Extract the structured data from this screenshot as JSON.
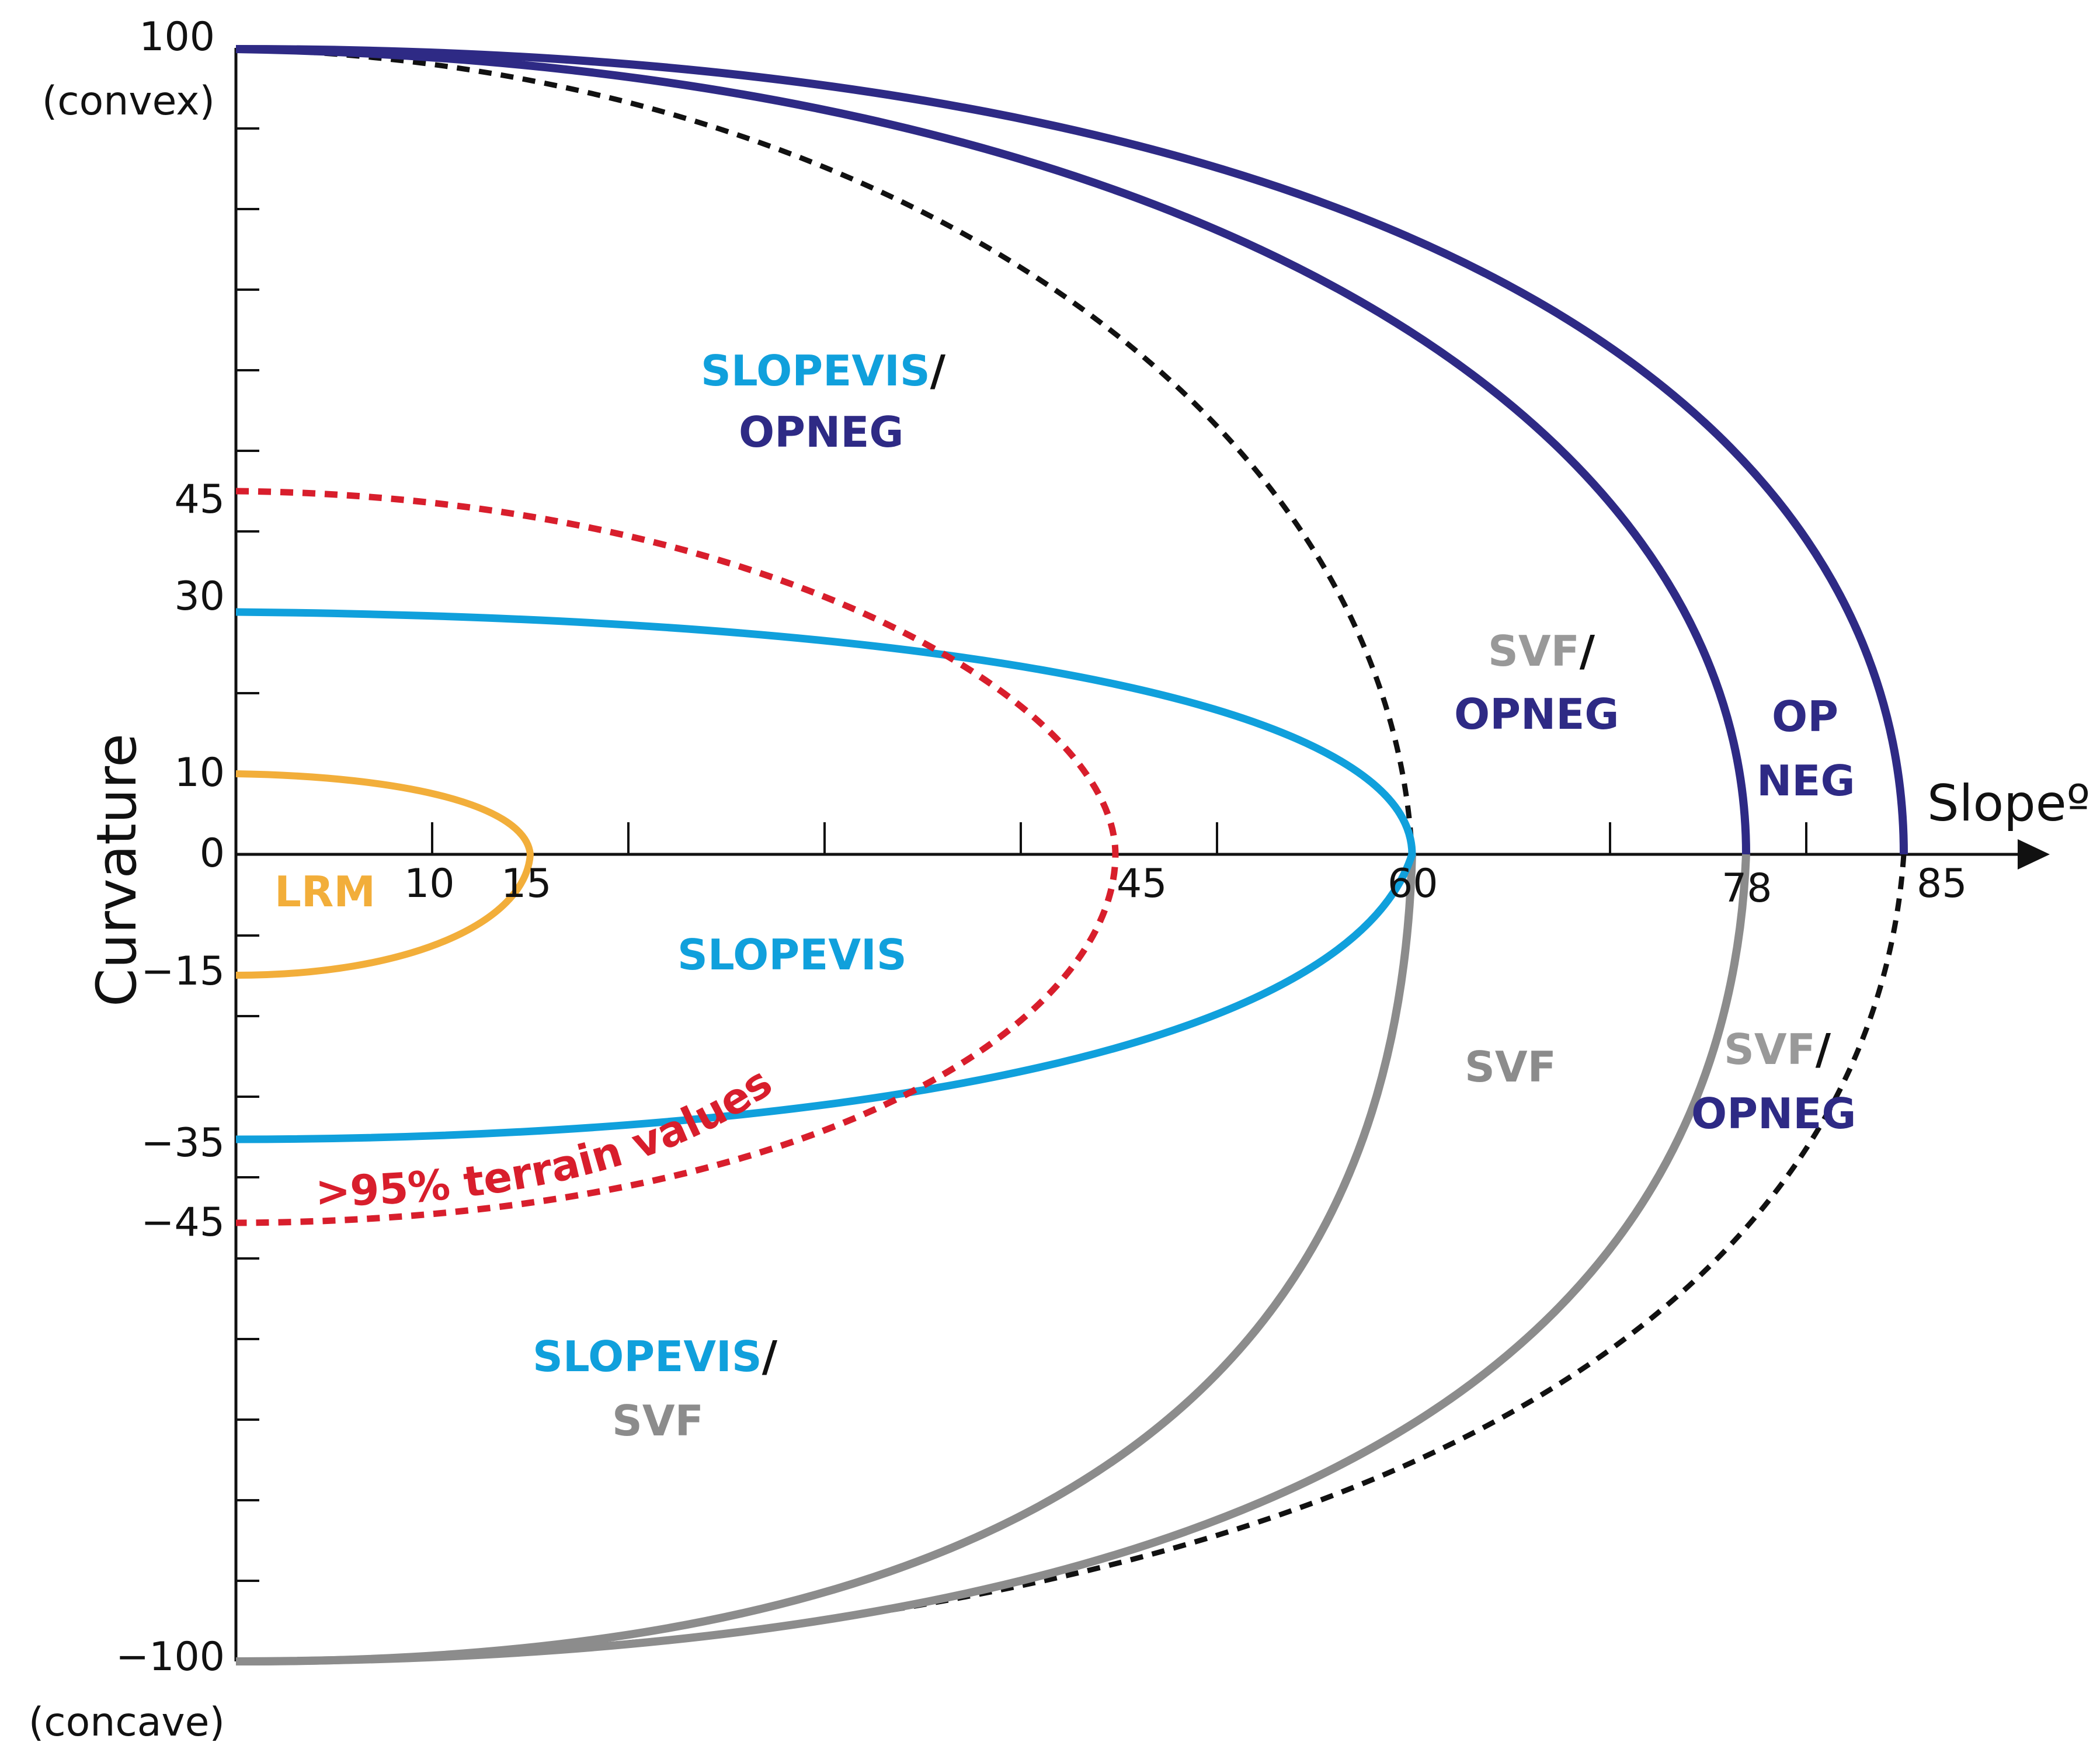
{
  "colors": {
    "lrm": "#F2AE3A",
    "slopevis": "#10A0DC",
    "opneg": "#2E2A85",
    "svf": "#8C8C8C",
    "terrain": "#D81E2C",
    "dotted": "#111111",
    "axis": "#111111"
  },
  "axes": {
    "x_label": "Slopeº",
    "y_label": "Curvature",
    "x_ticks": [
      "10",
      "15",
      "45",
      "60",
      "78",
      "85"
    ],
    "y_ticks": [
      "100",
      "(convex)",
      "45",
      "30",
      "10",
      "0",
      "−15",
      "−35",
      "−45",
      "−100",
      "(concave)"
    ]
  },
  "regions": {
    "lrm": "LRM",
    "slopevis": "SLOPEVIS",
    "slopevis_opneg_a": "SLOPEVIS",
    "slopevis_opneg_sep": "/",
    "slopevis_opneg_b": "OPNEG",
    "svf_opneg_a": "SVF",
    "svf_opneg_sep": "/",
    "svf_opneg_b": "OPNEG",
    "op": "OP",
    "neg": "NEG",
    "svf": "SVF",
    "svf_opneg2_a": "SVF",
    "svf_opneg2_sep": "/",
    "svf_opneg2_b": "OPNEG",
    "slopevis_svf_a": "SLOPEVIS",
    "slopevis_svf_sep": "/",
    "slopevis_svf_b": "SVF",
    "terrain": ">95% terrain values"
  }
}
